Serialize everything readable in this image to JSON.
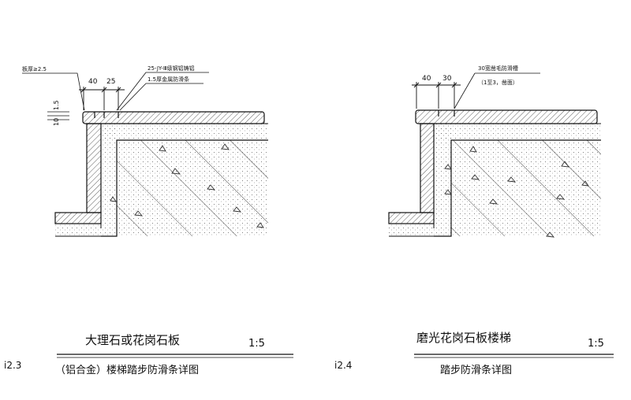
{
  "left_detail": {
    "top_labels": {
      "dim_left": "40",
      "dim_right": "25",
      "callout_1": "25-JY-Ⅲ级钢铝铸铝",
      "callout_2": "1.5厚金属防滑条",
      "radius": "板厚≥2.5"
    },
    "side_dims": {
      "d1": "1.5",
      "d2": "10"
    },
    "title_line_1": "大理石或花岗石板",
    "title_line_2": "（铝合金）楼梯踏步防滑条详图",
    "scale": "1:5",
    "number": "i2.3"
  },
  "right_detail": {
    "top_labels": {
      "dim_left": "40",
      "dim_right": "30",
      "callout_1": "30宽凿毛防滑槽",
      "callout_2": "（1至3，凿面）"
    },
    "title_line_1": "磨光花岗石板楼梯",
    "title_line_2": "踏步防滑条详图",
    "scale": "1:5",
    "number": "i2.4"
  }
}
